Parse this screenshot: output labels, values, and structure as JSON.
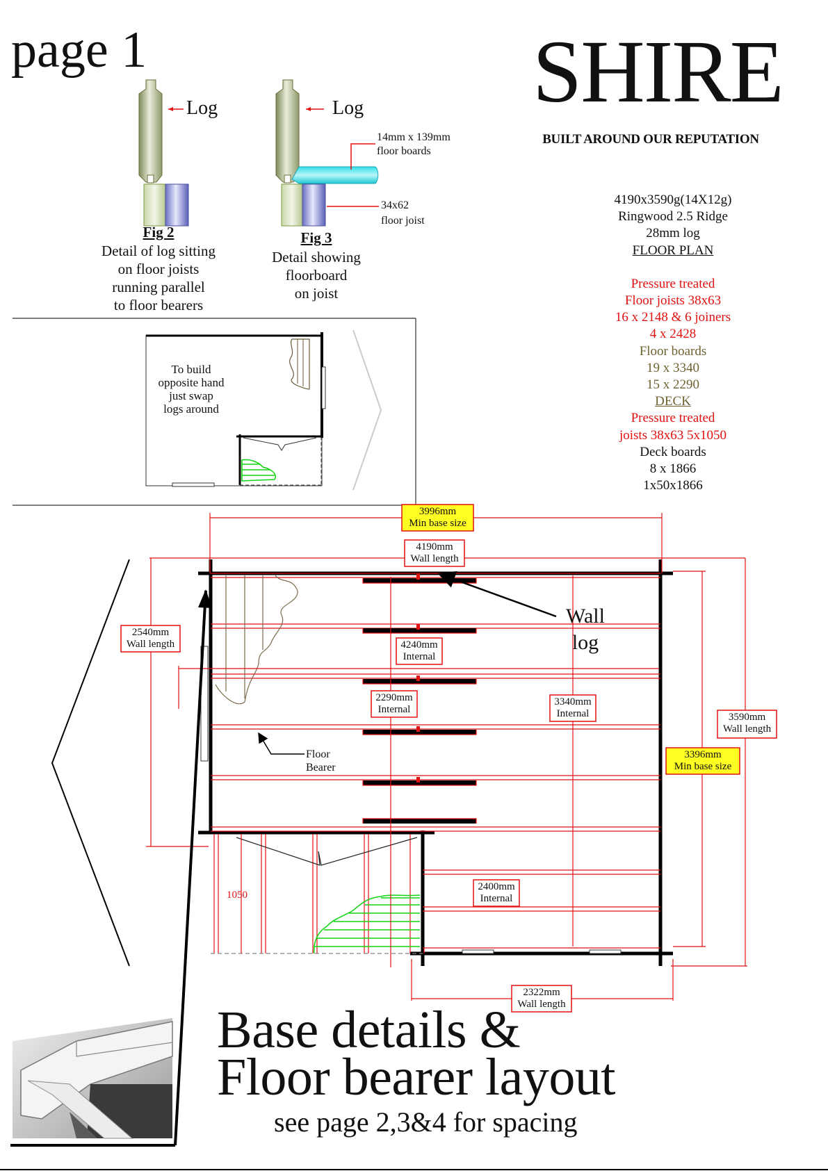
{
  "header": {
    "page_label": "page 1",
    "brand": "SHIRE",
    "tagline": "BUILT AROUND OUR REPUTATION"
  },
  "fig2": {
    "log_label": "Log",
    "title": "Fig 2",
    "caption": [
      "Detail of log sitting",
      "on floor joists",
      "running parallel",
      "to floor bearers"
    ]
  },
  "fig3": {
    "log_label": "Log",
    "board_label": [
      "14mm x 139mm",
      "floor boards"
    ],
    "joist_label": [
      "34x62",
      "floor joist"
    ],
    "title": "Fig 3",
    "caption": [
      "Detail showing",
      "floorboard",
      "on joist"
    ]
  },
  "inset": {
    "note": [
      "To build",
      "opposite hand",
      "just swap",
      "logs around"
    ]
  },
  "spec": {
    "size": "4190x3590g(14X12g)",
    "model": "Ringwood 2.5 Ridge",
    "log": "28mm log",
    "floor_plan_heading": "FLOOR PLAN",
    "pressure_treated_1": "Pressure treated",
    "floor_joists": "Floor joists 38x63",
    "joists_qty_1": "16 x 2148 & 6 joiners",
    "joists_qty_2": "4 x 2428",
    "floor_boards": "Floor boards",
    "boards_qty_1": "19 x 3340",
    "boards_qty_2": "15 x 2290",
    "deck_heading": "DECK",
    "pressure_treated_2": "Pressure treated",
    "deck_joists": "joists 38x63 5x1050",
    "deck_boards": "Deck boards",
    "deck_boards_qty_1": "8 x 1866",
    "deck_boards_qty_2": "1x50x1866"
  },
  "dimensions": {
    "min_base_width": {
      "value": "3996mm",
      "label": "Min base size"
    },
    "wall_length_top": {
      "value": "4190mm",
      "label": "Wall length"
    },
    "wall_length_left": {
      "value": "2540mm",
      "label": "Wall length"
    },
    "internal_4240": {
      "value": "4240mm",
      "label": "Internal"
    },
    "internal_2290": {
      "value": "2290mm",
      "label": "Internal"
    },
    "internal_3340": {
      "value": "3340mm",
      "label": "Internal"
    },
    "wall_length_right": {
      "value": "3590mm",
      "label": "Wall length"
    },
    "min_base_depth": {
      "value": "3396mm",
      "label": "Min base size"
    },
    "internal_2400": {
      "value": "2400mm",
      "label": "Internal"
    },
    "wall_length_bottom": {
      "value": "2322mm",
      "label": "Wall length"
    },
    "deck_depth": "1050"
  },
  "callouts": {
    "wall_log": [
      "Wall",
      "log"
    ],
    "floor_bearer": [
      "Floor",
      "Bearer"
    ]
  },
  "footer": {
    "title_line_1": "Base details &",
    "title_line_2": "Floor bearer layout",
    "note": "see page 2,3&4 for spacing"
  },
  "colors": {
    "dimension_red": "#e21111",
    "highlight_yellow": "#ffff22",
    "floor_board_brown": "#6e6230",
    "deck_board_green": "#11d411"
  }
}
